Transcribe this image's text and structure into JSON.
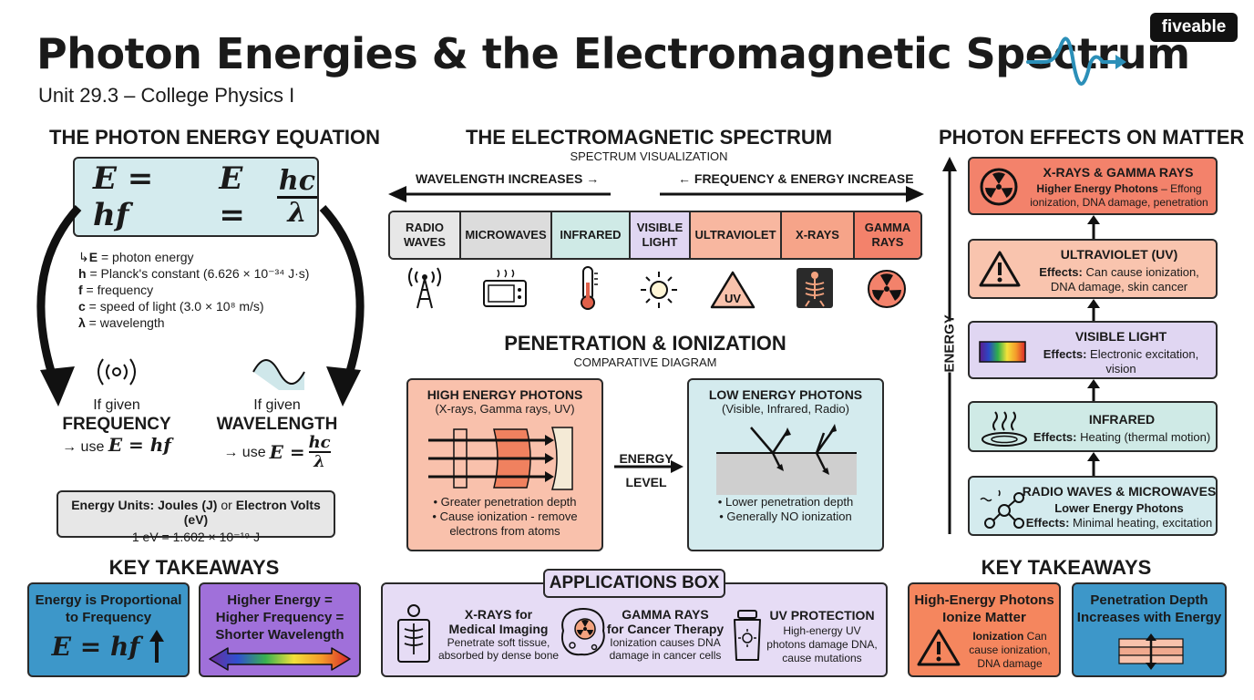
{
  "header": {
    "title": "Photon Energies & the Electromagnetic Spectrum",
    "subtitle": "Unit 29.3 – College Physics I",
    "logo": "fiveable"
  },
  "equation": {
    "heading": "THE PHOTON ENERGY EQUATION",
    "eq1": "E = hf",
    "eq2_left": "E =",
    "eq2_num": "hc",
    "eq2_den": "λ",
    "variables": [
      {
        "sym": "E",
        "desc": " = photon energy"
      },
      {
        "sym": "h",
        "desc": " = Planck's constant (6.626 × 10⁻³⁴ J·s)"
      },
      {
        "sym": "f",
        "desc": " = frequency"
      },
      {
        "sym": "c",
        "desc": " = speed of light (3.0 × 10⁸ m/s)"
      },
      {
        "sym": "λ",
        "desc": " = wavelength"
      }
    ],
    "given_freq": {
      "line1": "If given",
      "line2": "FREQUENCY",
      "line3": "→ use",
      "eq": "E = hf"
    },
    "given_wave": {
      "line1": "If given",
      "line2": "WAVELENGTH",
      "line3": "→ use",
      "eq_left": "E =",
      "num": "hc",
      "den": "λ"
    },
    "units_line1_a": "Energy Units: Joules (J)",
    "units_line1_or": " or ",
    "units_line1_b": "Electron Volts (eV)",
    "units_line2": "1 eV = 1.602 × 10⁻¹⁹ J"
  },
  "spectrum": {
    "heading": "THE ELECTROMAGNETIC SPECTRUM",
    "subheading": "SPECTRUM VISUALIZATION",
    "wave_arrow": "WAVELENGTH INCREASES →",
    "freq_arrow": "← FREQUENCY & ENERGY INCREASE",
    "bands": [
      "RADIO WAVES",
      "MICROWAVES",
      "INFRARED",
      "VISIBLE LIGHT",
      "ULTRAVIOLET",
      "X-RAYS",
      "GAMMA RAYS"
    ],
    "uv_icon_text": "UV"
  },
  "penetration": {
    "heading": "PENETRATION & IONIZATION",
    "subheading": "COMPARATIVE DIAGRAM",
    "high_title": "HIGH ENERGY PHOTONS",
    "high_sub": "(X-rays, Gamma rays, UV)",
    "high_b1": "• Greater penetration depth",
    "high_b2": "• Cause ionization - remove",
    "high_b3": "electrons from atoms",
    "energy_label1": "ENERGY",
    "energy_label2": "LEVEL",
    "low_title": "LOW ENERGY PHOTONS",
    "low_sub": "(Visible, Infrared, Radio)",
    "low_b1": "• Lower penetration depth",
    "low_b2": "• Generally NO ionization"
  },
  "effects": {
    "heading": "PHOTON EFFECTS ON MATTER",
    "axis_label": "ENERGY",
    "cards": [
      {
        "title": "X-RAYS & GAMMA RAYS",
        "bold": "Higher Energy Photons",
        "text": " – Effong",
        "text2": "ionization, DNA damage, penetration"
      },
      {
        "title": "ULTRAVIOLET (UV)",
        "bold": "Effects:",
        "text": " Can cause ionization,",
        "text2": "DNA damage, skin cancer"
      },
      {
        "title": "VISIBLE LIGHT",
        "bold": "Effects:",
        "text": " Electronic excitation,",
        "text2": "vision"
      },
      {
        "title": "INFRARED",
        "bold": "Effects:",
        "text": " Heating (thermal motion)",
        "text2": ""
      },
      {
        "title": "RADIO WAVES & MICROWAVES",
        "bold": "Lower Energy Photons",
        "text": "",
        "bold2": "Effects:",
        "text2": " Minimal heating, excitation"
      }
    ]
  },
  "takeaways_left": {
    "heading": "KEY TAKEAWAYS",
    "card1_line1": "Energy is Proportional",
    "card1_line2": "to Frequency",
    "card1_eq": "E = hf",
    "card2_line1": "Higher Energy =",
    "card2_line2": "Higher Frequency =",
    "card2_line3": "Shorter Wavelength"
  },
  "applications": {
    "heading": "APPLICATIONS BOX",
    "items": [
      {
        "t1": "X-RAYS for",
        "t2": "Medical Imaging",
        "d1": "Penetrate soft tissue,",
        "d2": "absorbed by dense bone"
      },
      {
        "t1": "GAMMA RAYS",
        "t2": "for Cancer Therapy",
        "d1": "Ionization causes DNA",
        "d2": "damage in cancer cells"
      },
      {
        "t1": "UV PROTECTION",
        "t2": "",
        "d1": "High-energy UV",
        "d2": "photons damage DNA,",
        "d3": "cause mutations"
      }
    ]
  },
  "takeaways_right": {
    "heading": "KEY TAKEAWAYS",
    "card1_line1": "High-Energy Photons",
    "card1_line2": "Ionize Matter",
    "card1_d_bold": "Ionization",
    "card1_d1": " Can",
    "card1_d2": "cause ionization,",
    "card1_d3": "DNA damage",
    "card2_line1": "Penetration Depth",
    "card2_line2": "Increases with Energy"
  }
}
